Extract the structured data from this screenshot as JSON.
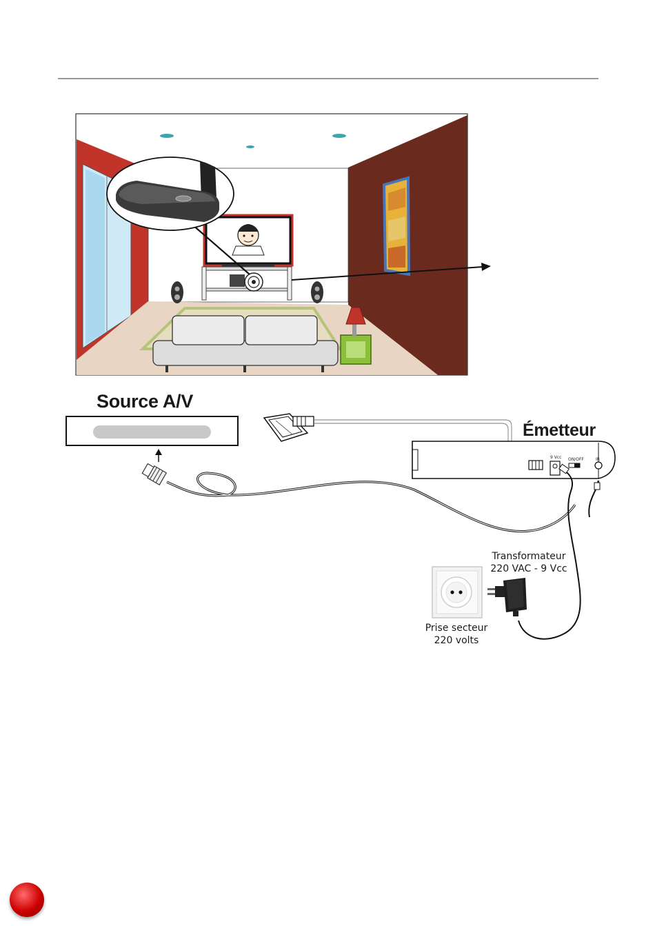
{
  "labels": {
    "source": "Source A/V",
    "emetteur": "Émetteur",
    "transformateur_line1": "Transformateur",
    "transformateur_line2": "220 VAC - 9 Vcc",
    "prise_line1": "Prise secteur",
    "prise_line2": "220 volts"
  },
  "device_panel": {
    "port_9vcc": "9 Vcc",
    "switch_onoff": "ON/OFF",
    "port_ir": "IR"
  },
  "colors": {
    "wall_red": "#c0342a",
    "wall_brown": "#6b2a1e",
    "floor": "#e8d5c4",
    "ceiling_light": "#3aa6b0",
    "page_dot": "#cc0000"
  }
}
